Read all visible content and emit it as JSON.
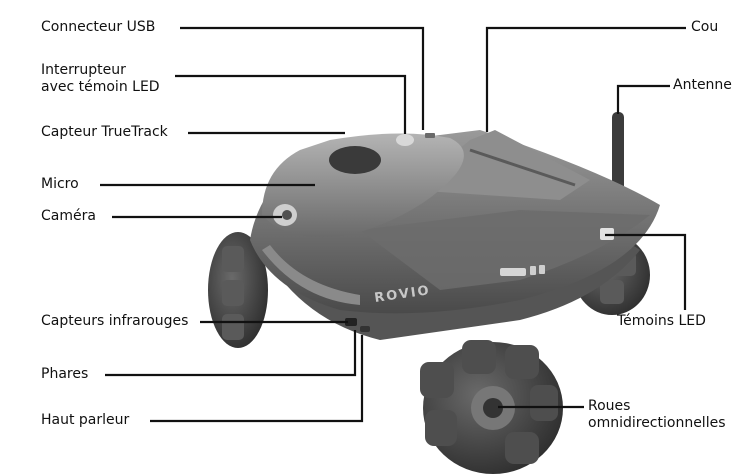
{
  "labels": {
    "usb": "Connecteur USB",
    "switch_line1": "Interrupteur",
    "switch_line2": "avec témoin LED",
    "truetrack": "Capteur TrueTrack",
    "micro": "Micro",
    "camera": "Caméra",
    "infrared": "Capteurs infrarouges",
    "headlights": "Phares",
    "speaker": "Haut parleur",
    "neck": "Cou",
    "antenna": "Antenne",
    "leds": "Témoins LED",
    "wheels_line1": "Roues",
    "wheels_line2": "omnidirectionnelles"
  },
  "robot_brand": "ROVIO",
  "colors": {
    "leader": "#111111",
    "body_dark": "#4a4a4a",
    "body_mid": "#7a7a7a",
    "body_light": "#a6a6a6",
    "wheel": "#3a3a3a"
  }
}
